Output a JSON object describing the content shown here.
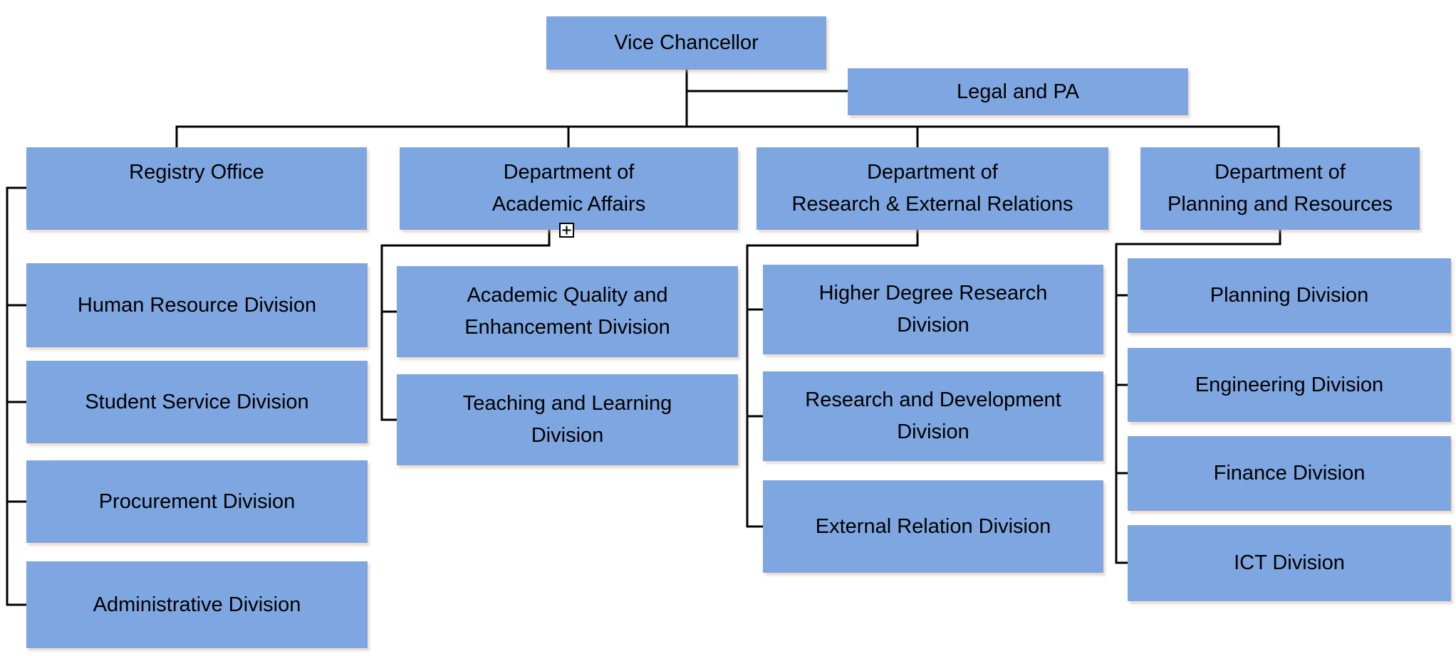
{
  "diagram": {
    "type": "org-chart",
    "background_color": "#ffffff",
    "node_fill_color": "#7EA6E0",
    "node_text_color": "#000000",
    "connector_color": "#000000",
    "root": {
      "label": "Vice Chancellor"
    },
    "staff_office": {
      "label": "Legal and PA"
    },
    "expand_button": {
      "icon": "plus-box-icon",
      "symbol": "+"
    },
    "departments": [
      {
        "label": "Registry Office",
        "children": [
          {
            "label": "Human Resource Division"
          },
          {
            "label": "Student Service Division"
          },
          {
            "label": "Procurement Division"
          },
          {
            "label": "Administrative Division"
          }
        ]
      },
      {
        "label": "Department of\nAcademic Affairs",
        "has_expand_button": true,
        "children": [
          {
            "label": "Academic Quality and\nEnhancement Division"
          },
          {
            "label": "Teaching and Learning\nDivision"
          }
        ]
      },
      {
        "label": "Department of\nResearch & External Relations",
        "children": [
          {
            "label": "Higher Degree Research\nDivision"
          },
          {
            "label": "Research and Development\nDivision"
          },
          {
            "label": "External Relation Division"
          }
        ]
      },
      {
        "label": "Department of\nPlanning and Resources",
        "children": [
          {
            "label": "Planning Division"
          },
          {
            "label": "Engineering Division"
          },
          {
            "label": "Finance Division"
          },
          {
            "label": "ICT Division"
          }
        ]
      }
    ]
  }
}
